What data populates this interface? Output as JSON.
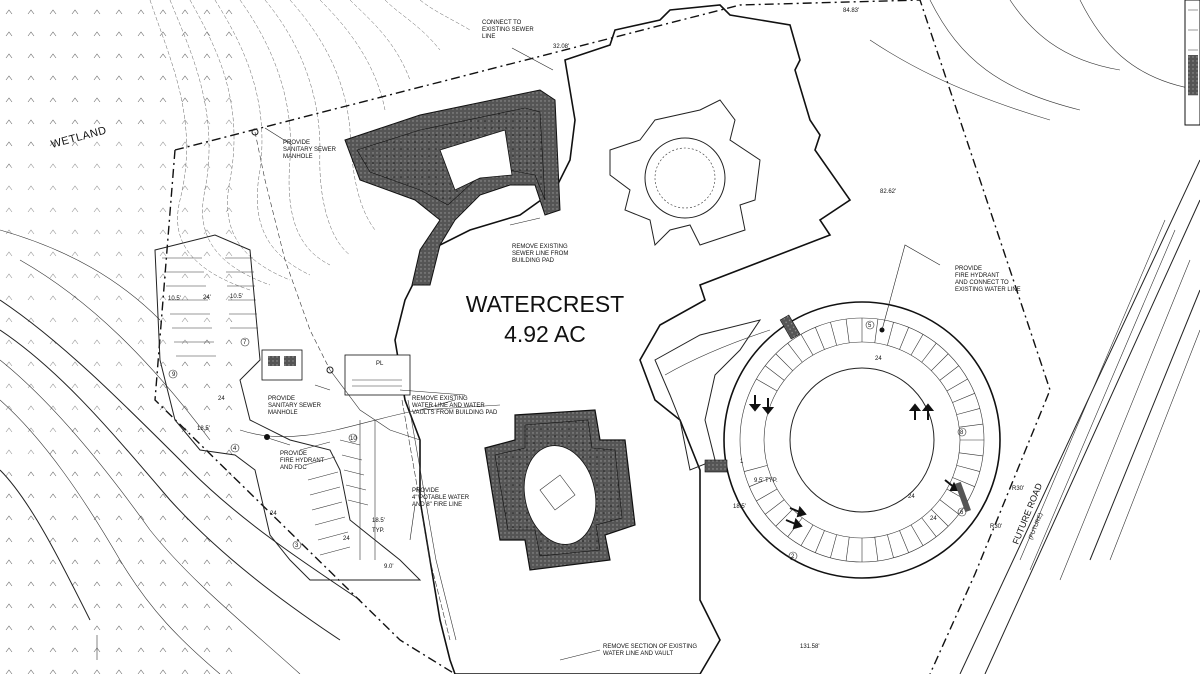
{
  "site": {
    "name": "WATERCREST",
    "area": "4.92 AC"
  },
  "labels": {
    "wetland": "WETLAND",
    "future_road": "FUTURE ROAD",
    "future_road_sub": "(FUTURE)",
    "station_top": "84.83'",
    "station_right": "82.62'",
    "station_bottom": "131.58'",
    "station_top_left": "32.08'",
    "r30": "R30'",
    "r30b": "R30'"
  },
  "notes": {
    "connect_sewer": [
      "CONNECT TO",
      "EXISTING SEWER",
      "LINE"
    ],
    "sanitary_manhole_top": [
      "PROVIDE",
      "SANITARY SEWER",
      "MANHOLE"
    ],
    "remove_sewer": [
      "REMOVE EXISTING",
      "SEWER LINE FROM",
      "BUILDING PAD"
    ],
    "fire_hydrant_right": [
      "PROVIDE",
      "FIRE HYDRANT",
      "AND CONNECT TO",
      "EXISTING WATER LINE"
    ],
    "sanitary_manhole_mid": [
      "PROVIDE",
      "SANITARY SEWER",
      "MANHOLE"
    ],
    "remove_water": [
      "REMOVE EXISTING",
      "WATER LINE AND WATER",
      "VAULTS FROM BUILDING PAD"
    ],
    "fire_hydrant_fdc": [
      "PROVIDE",
      "FIRE HYDRANT",
      "AND FDC"
    ],
    "potable_water": [
      "PROVIDE",
      "4\" POTABLE WATER",
      "AND 8\" FIRE LINE"
    ],
    "remove_section": [
      "REMOVE SECTION OF EXISTING",
      "WATER LINE AND VAULT"
    ]
  },
  "dims": {
    "d105a": "10.5'",
    "d24a": "24'",
    "d105b": "10.5'",
    "d24b": "24",
    "d24c": "24",
    "d24d": "24",
    "d24e": "24",
    "d24f": "24",
    "d24g": "24",
    "d185a": "18.5'",
    "d185b": "18.5'",
    "typ": "TYP.",
    "d95": "9.5' TYP.",
    "d90": "9.0'",
    "d185c": "18.5'",
    "pl": "PL"
  },
  "stall_counts": {
    "c7": "7",
    "c10": "10",
    "c4": "4",
    "c9": "9",
    "c3": "3",
    "c8": "8",
    "c5": "5",
    "c6": "6",
    "c2": "2",
    "c1": "1"
  }
}
